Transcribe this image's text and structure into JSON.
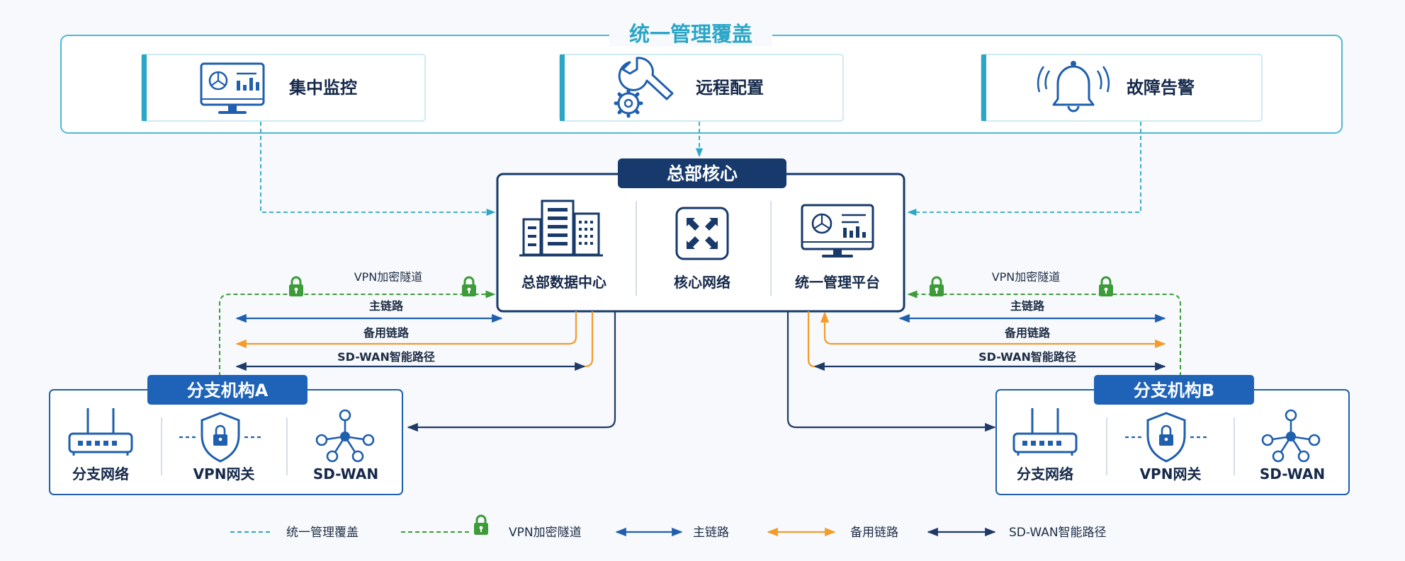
{
  "top_section": {
    "title": "统一管理覆盖",
    "cards": [
      {
        "label": "集中监控",
        "icon": "monitor-chart-icon"
      },
      {
        "label": "远程配置",
        "icon": "wrench-gear-icon"
      },
      {
        "label": "故障告警",
        "icon": "bell-alarm-icon"
      }
    ]
  },
  "hq": {
    "title": "总部核心",
    "items": [
      {
        "label": "总部数据中心",
        "icon": "building-icon"
      },
      {
        "label": "核心网络",
        "icon": "core-switch-icon"
      },
      {
        "label": "统一管理平台",
        "icon": "management-monitor-icon"
      }
    ]
  },
  "branch_a": {
    "title": "分支机构A",
    "items": [
      {
        "label": "分支网络",
        "icon": "router-icon"
      },
      {
        "label": "VPN网关",
        "icon": "shield-lock-icon"
      },
      {
        "label": "SD-WAN",
        "icon": "sdwan-node-icon"
      }
    ]
  },
  "branch_b": {
    "title": "分支机构B",
    "items": [
      {
        "label": "分支网络",
        "icon": "router-icon"
      },
      {
        "label": "VPN网关",
        "icon": "shield-lock-icon"
      },
      {
        "label": "SD-WAN",
        "icon": "sdwan-node-icon"
      }
    ]
  },
  "links_a": {
    "vpn": "VPN加密隧道",
    "main": "主链路",
    "backup": "备用链路",
    "sdwan": "SD-WAN智能路径"
  },
  "links_b": {
    "vpn": "VPN加密隧道",
    "main": "主链路",
    "backup": "备用链路",
    "sdwan": "SD-WAN智能路径"
  },
  "legend": {
    "mgmt": "统一管理覆盖",
    "vpn": "VPN加密隧道",
    "main": "主链路",
    "backup": "备用链路",
    "sdwan": "SD-WAN智能路径"
  },
  "colors": {
    "teal": "#2ba6c7",
    "navy": "#17396b",
    "blue": "#1f5fae",
    "badge_blue": "#1e63b8",
    "green": "#3e9b3a",
    "orange": "#f39c2b",
    "dark_link": "#1e3a66"
  }
}
